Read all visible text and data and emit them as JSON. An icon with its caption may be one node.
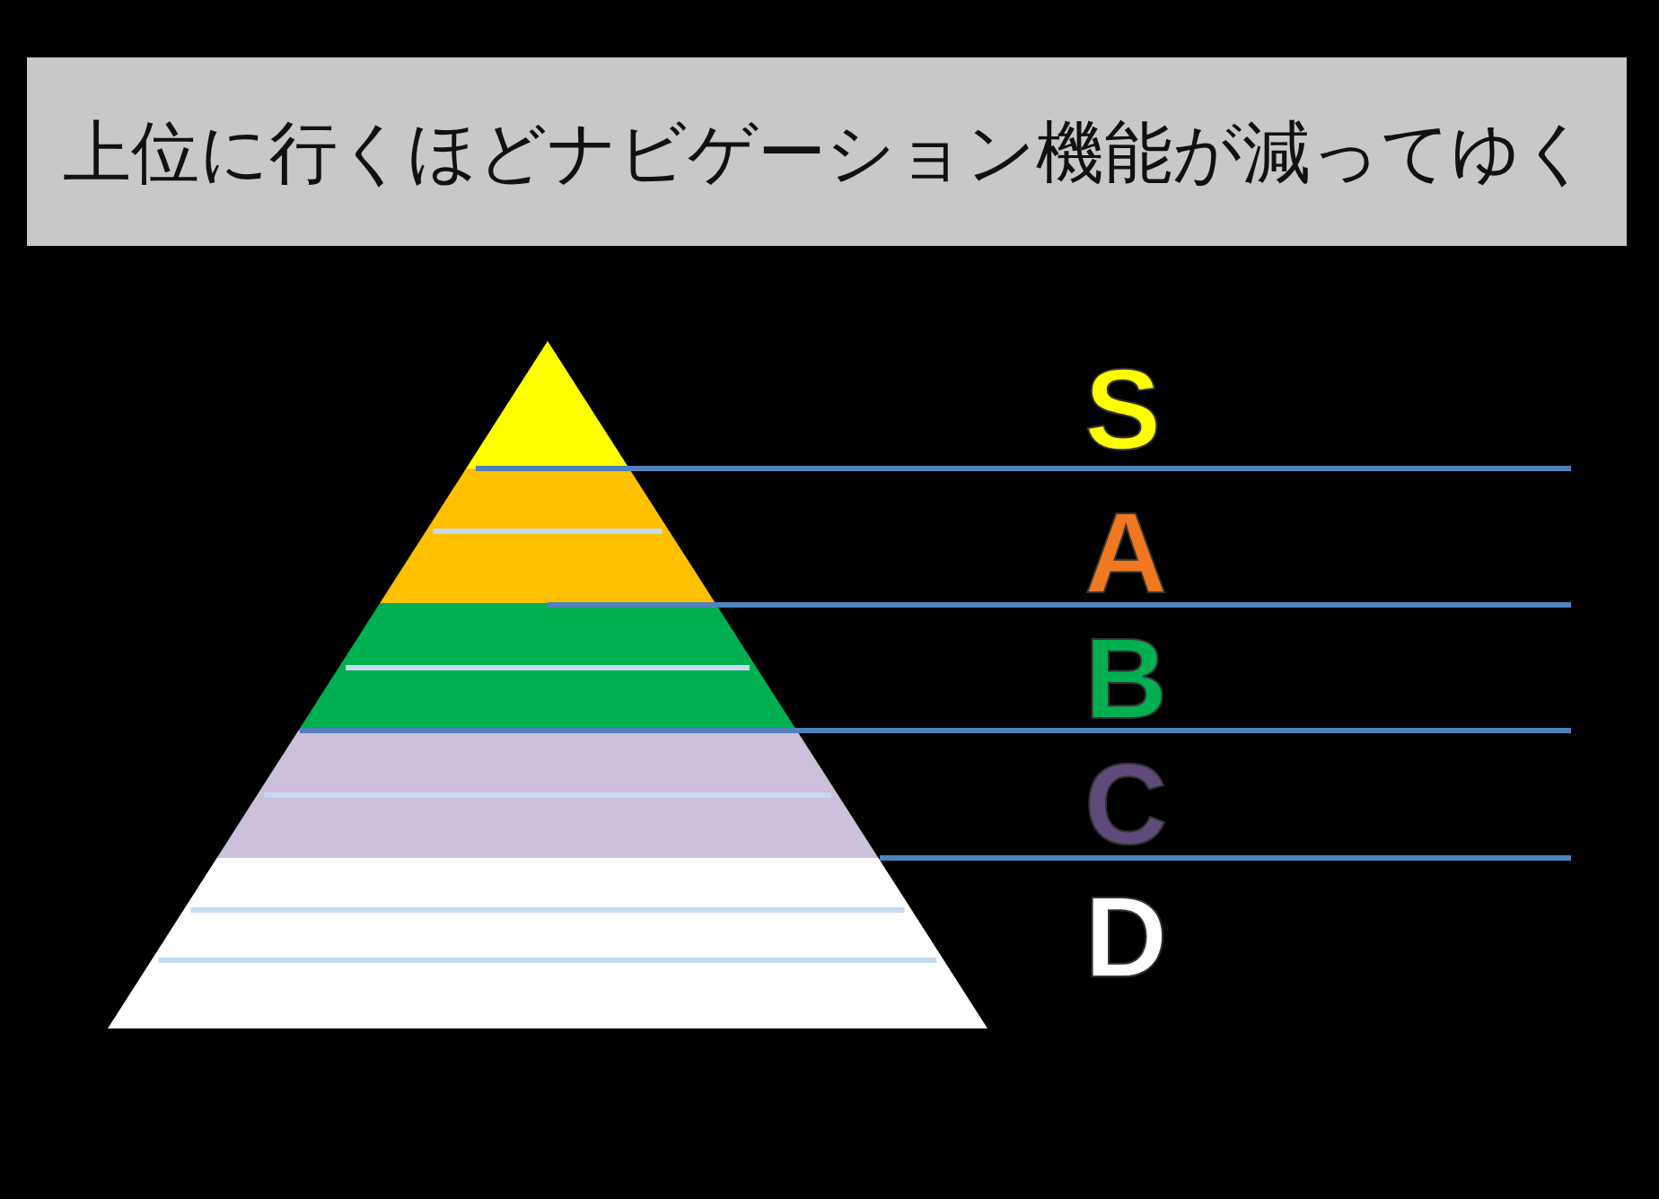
{
  "diagram": {
    "title": "上位に行くほどナビゲーション機能が減ってゆく",
    "labels": [
      "S",
      "A",
      "B",
      "C",
      "D"
    ]
  }
}
